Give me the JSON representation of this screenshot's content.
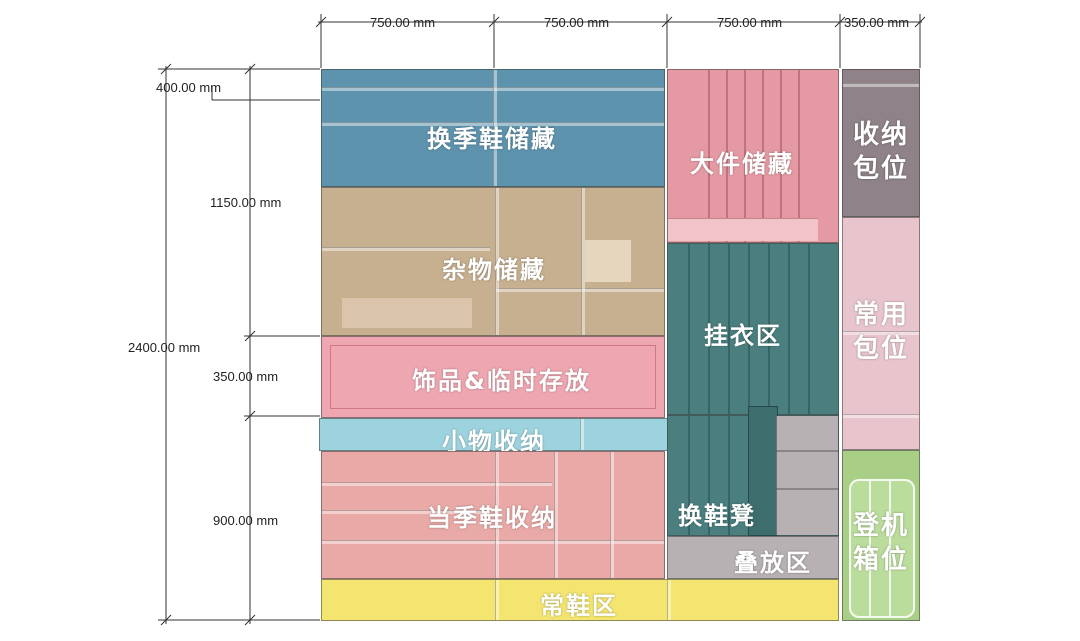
{
  "dimensions": {
    "width_1": "750.00 mm",
    "width_2": "750.00 mm",
    "width_3": "750.00 mm",
    "width_4": "350.00 mm",
    "height_total": "2400.00 mm",
    "height_top": "400.00 mm",
    "height_upper": "1150.00 mm",
    "height_middle": "350.00 mm",
    "height_lower": "900.00 mm"
  },
  "zones": {
    "seasonal_shoes": "换季鞋储藏",
    "sundries": "杂物储藏",
    "accessories": "饰品&临时存放",
    "small_items": "小物收纳",
    "current_shoes": "当季鞋收纳",
    "common_shoes": "常鞋区",
    "large_items": "大件储藏",
    "hanging": "挂衣区",
    "shoe_bench": "换鞋凳",
    "folding": "叠放区",
    "storage_bag": "收纳包位",
    "common_bag": "常用包位",
    "luggage": "登机箱位"
  },
  "colors": {
    "blue": "#5e93ad",
    "tan": "#c7b08f",
    "pink": "#eea6b0",
    "light_blue": "#9dd3de",
    "salmon": "#e9a9a6",
    "yellow": "#f3e56f",
    "rose": "#e59aa3",
    "teal": "#4b7f7f",
    "gray": "#b8b1b4",
    "mauve": "#8f8288",
    "light_pink": "#e8c4cc",
    "green": "#a9cf87"
  }
}
